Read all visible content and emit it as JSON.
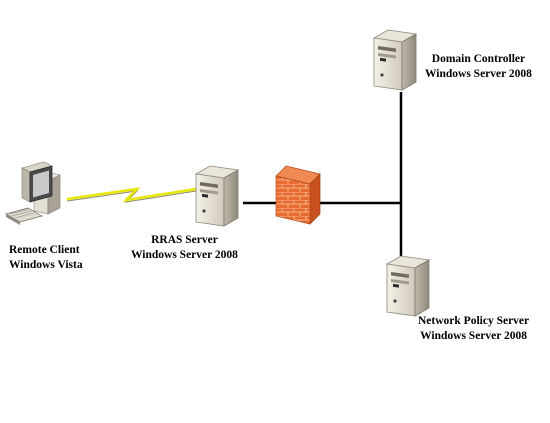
{
  "nodes": {
    "remote_client": {
      "name": "Remote Client",
      "os": "Windows Vista",
      "icon": "workstation-icon"
    },
    "rras_server": {
      "name": "RRAS Server",
      "os": "Windows Server 2008",
      "icon": "server-icon"
    },
    "firewall": {
      "icon": "firewall-icon",
      "color": "#e8662c"
    },
    "domain_controller": {
      "name": "Domain Controller",
      "os": "Windows Server 2008",
      "icon": "server-icon"
    },
    "network_policy_server": {
      "name": "Network Policy Server",
      "os": "Windows Server 2008",
      "icon": "server-icon"
    }
  },
  "links": {
    "client_to_rras": {
      "type": "wireless",
      "color": "#e8e800"
    },
    "wired": {
      "color": "#000000"
    }
  }
}
